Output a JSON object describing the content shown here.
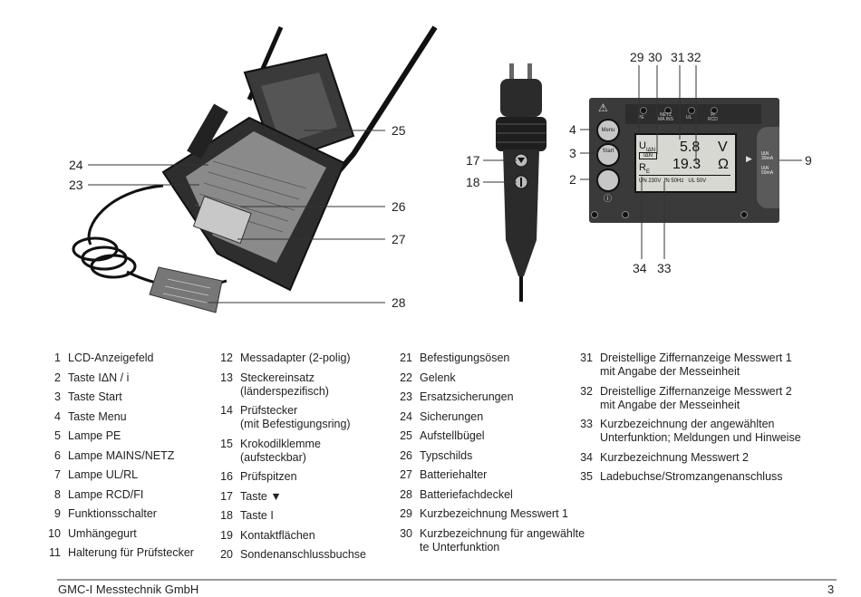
{
  "callouts_left": [
    {
      "id": "c25",
      "label": "25"
    },
    {
      "id": "c24",
      "label": "24"
    },
    {
      "id": "c23",
      "label": "23"
    },
    {
      "id": "c26",
      "label": "26"
    },
    {
      "id": "c27",
      "label": "27"
    },
    {
      "id": "c28",
      "label": "28"
    }
  ],
  "callouts_right": [
    {
      "id": "c29",
      "label": "29"
    },
    {
      "id": "c30",
      "label": "30"
    },
    {
      "id": "c31",
      "label": "31"
    },
    {
      "id": "c32",
      "label": "32"
    },
    {
      "id": "c4",
      "label": "4"
    },
    {
      "id": "c3",
      "label": "3"
    },
    {
      "id": "c2",
      "label": "2"
    },
    {
      "id": "c9",
      "label": "9"
    },
    {
      "id": "c17",
      "label": "17"
    },
    {
      "id": "c18",
      "label": "18"
    },
    {
      "id": "c34",
      "label": "34"
    },
    {
      "id": "c33",
      "label": "33"
    }
  ],
  "device_panel": {
    "lamps": [
      "PE",
      "NETZ\nMA INS",
      "UL",
      "FI\nRCD"
    ],
    "btn_menu": "Menu",
    "btn_start": "Start",
    "lcd": {
      "row1_label": "U",
      "row1_sub": "IΔN",
      "row1_value": "5.8",
      "row1_unit": "V",
      "row1_box": "IΔN",
      "row2_label": "R",
      "row2_sub": "E",
      "row2_value": "19.3",
      "row2_unit": "Ω",
      "bottom": "UN 230V  fN 50Hz   UL 50V"
    },
    "switch_labels": [
      "IΔN\n30mA",
      "IΔN\n50mA"
    ]
  },
  "legend": {
    "col1": [
      {
        "n": "1",
        "t": "LCD-Anzeigefeld"
      },
      {
        "n": "2",
        "t": "Taste IΔN / i"
      },
      {
        "n": "3",
        "t": "Taste Start"
      },
      {
        "n": "4",
        "t": "Taste Menu"
      },
      {
        "n": "5",
        "t": "Lampe PE"
      },
      {
        "n": "6",
        "t": "Lampe MAINS/NETZ"
      },
      {
        "n": "7",
        "t": "Lampe UL/RL"
      },
      {
        "n": "8",
        "t": "Lampe RCD/FI"
      },
      {
        "n": "9",
        "t": "Funktionsschalter"
      },
      {
        "n": "10",
        "t": "Umhängegurt"
      },
      {
        "n": "11",
        "t": "Halterung für Prüfstecker"
      }
    ],
    "col2": [
      {
        "n": "12",
        "t": "Messadapter (2-polig)"
      },
      {
        "n": "13",
        "t": "Steckereinsatz\n(länderspezifisch)"
      },
      {
        "n": "14",
        "t": "Prüfstecker\n(mit Befestigungsring)"
      },
      {
        "n": "15",
        "t": "Krokodilklemme\n(aufsteckbar)"
      },
      {
        "n": "16",
        "t": "Prüfspitzen"
      },
      {
        "n": "17",
        "t": "Taste ▼"
      },
      {
        "n": "18",
        "t": "Taste I"
      },
      {
        "n": "19",
        "t": "Kontaktflächen"
      },
      {
        "n": "20",
        "t": "Sondenanschlussbuchse"
      }
    ],
    "col3": [
      {
        "n": "21",
        "t": "Befestigungsösen"
      },
      {
        "n": "22",
        "t": "Gelenk"
      },
      {
        "n": "23",
        "t": "Ersatzsicherungen"
      },
      {
        "n": "24",
        "t": "Sicherungen"
      },
      {
        "n": "25",
        "t": "Aufstellbügel"
      },
      {
        "n": "26",
        "t": "Typschilds"
      },
      {
        "n": "27",
        "t": "Batteriehalter"
      },
      {
        "n": "28",
        "t": "Batteriefachdeckel"
      },
      {
        "n": "29",
        "t": "Kurzbezeichnung Messwert 1"
      },
      {
        "n": "30",
        "t": "Kurzbezeichnung für angewählte\nte Unterfunktion"
      }
    ],
    "col4": [
      {
        "n": "31",
        "t": "Dreistellige Ziffernanzeige Messwert 1\nmit Angabe der Messeinheit"
      },
      {
        "n": "32",
        "t": "Dreistellige Ziffernanzeige Messwert 2\nmit Angabe der Messeinheit"
      },
      {
        "n": "33",
        "t": "Kurzbezeichnung der angewählten\nUnterfunktion; Meldungen und Hinweise"
      },
      {
        "n": "34",
        "t": "Kurzbezeichnung Messwert 2"
      },
      {
        "n": "35",
        "t": "Ladebuchse/Stromzangenanschluss"
      }
    ]
  },
  "footer": {
    "company": "GMC-I Messtechnik GmbH",
    "page": "3"
  }
}
